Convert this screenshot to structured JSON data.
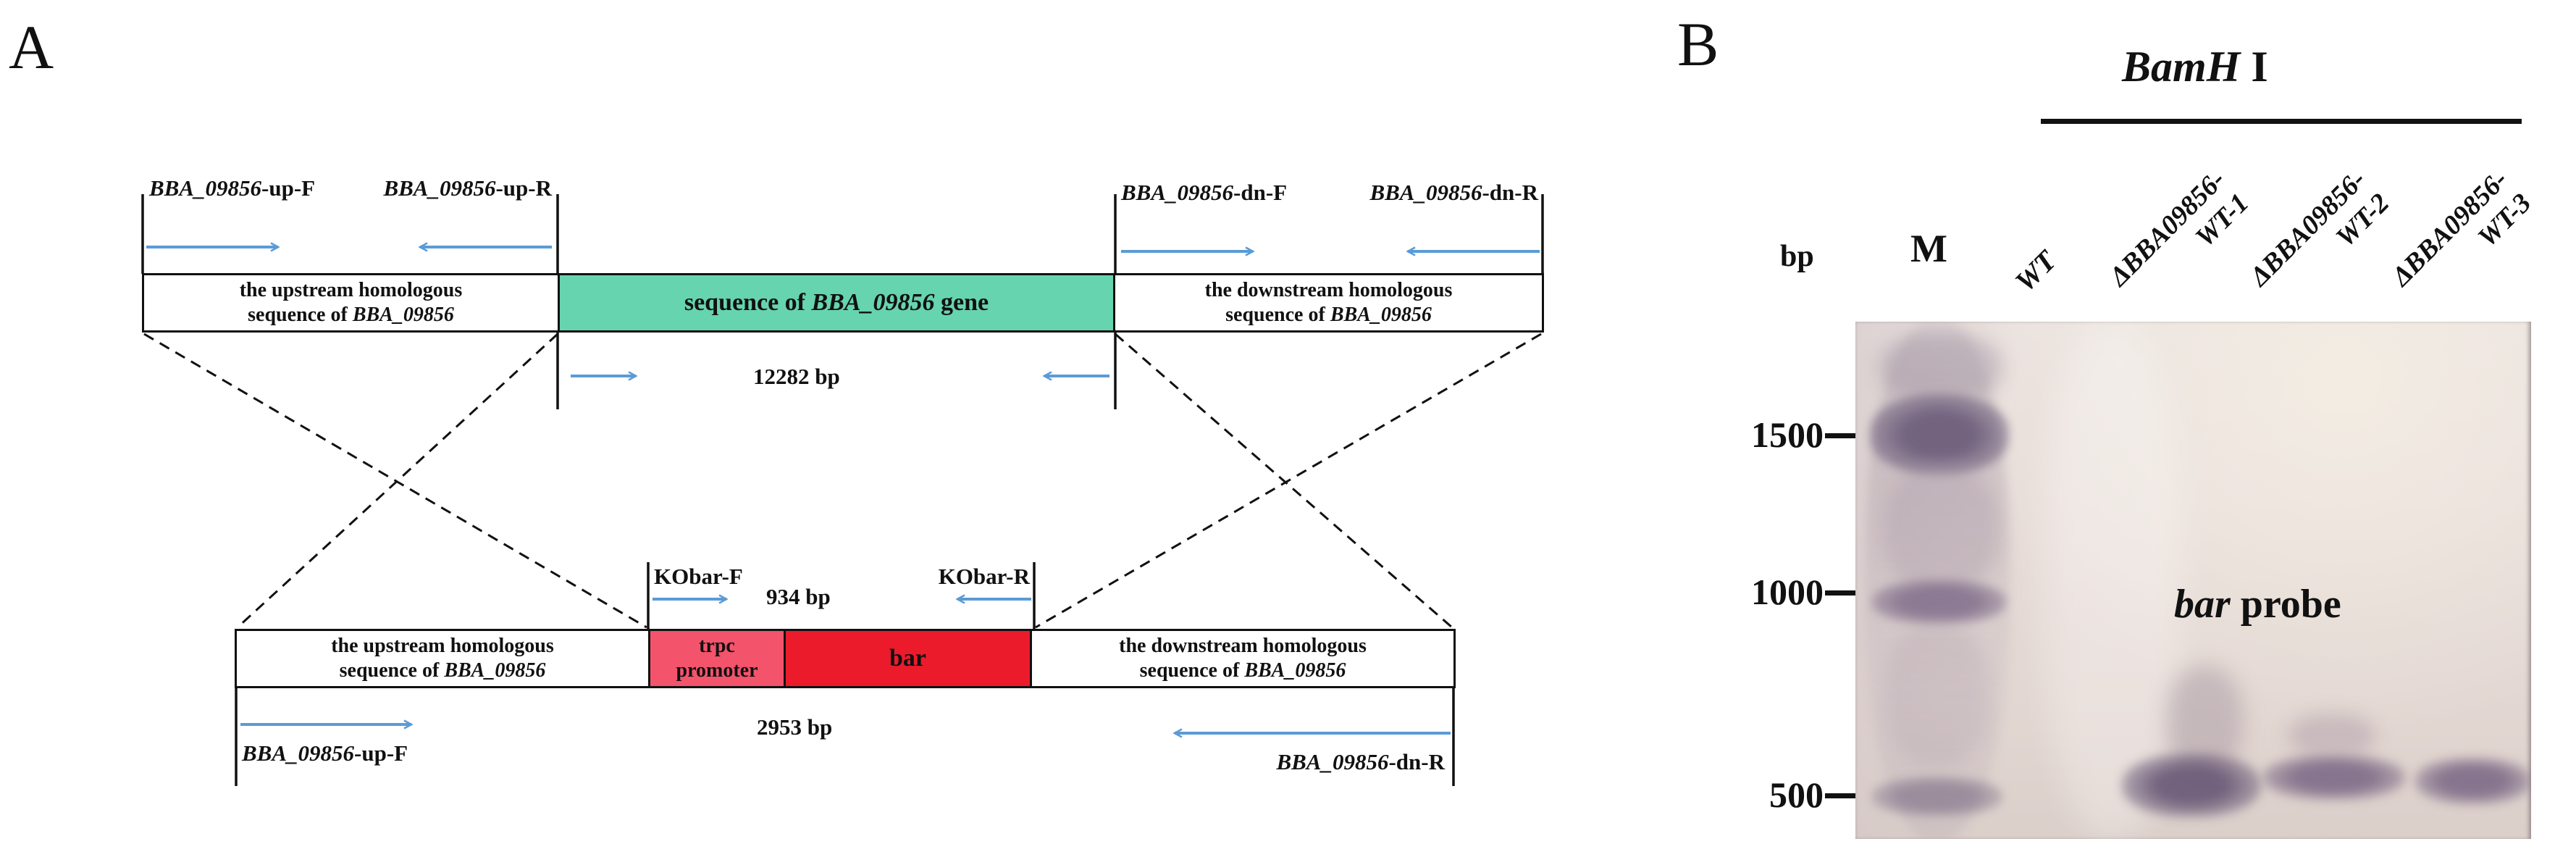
{
  "figure": {
    "panelA": {
      "label": "A",
      "gene": "BBA_09856",
      "primers": {
        "upF": "-up-F",
        "upR": "-up-R",
        "dnF": "-dn-F",
        "dnR": "-dn-R"
      },
      "upstream_box": {
        "line1": "the upstream homologous",
        "line2_prefix": "sequence of "
      },
      "downstream_box": {
        "line1": "the downstream homologous",
        "line2_prefix": "sequence of "
      },
      "gene_box": {
        "prefix": "sequence of ",
        "suffix": " gene"
      },
      "gene_length": "12282 bp",
      "cassette": {
        "kobarF": "KObar-F",
        "kobarR": "KObar-R",
        "amplicon_length": "934 bp",
        "trpc_line1": "trpc",
        "trpc_line2": "promoter",
        "bar": "bar",
        "total_length": "2953 bp"
      }
    },
    "panelB": {
      "label": "B",
      "enzyme": {
        "italic": "BamH",
        "roman": " I"
      },
      "axis_unit": "bp",
      "marker_lane": "M",
      "wt_lane": "WT",
      "mutant_prefix": "ΔBBA09856-",
      "mutant_lanes": [
        "WT-1",
        "WT-2",
        "WT-3"
      ],
      "markers": [
        "1500",
        "1000",
        "500"
      ],
      "probe": {
        "italic": "bar",
        "roman": " probe"
      }
    },
    "colors": {
      "gene_green": "#66d4af",
      "trpc_pink": "#f3546b",
      "bar_red": "#ec1b2c",
      "arrow_blue": "#5b9bd5"
    }
  }
}
